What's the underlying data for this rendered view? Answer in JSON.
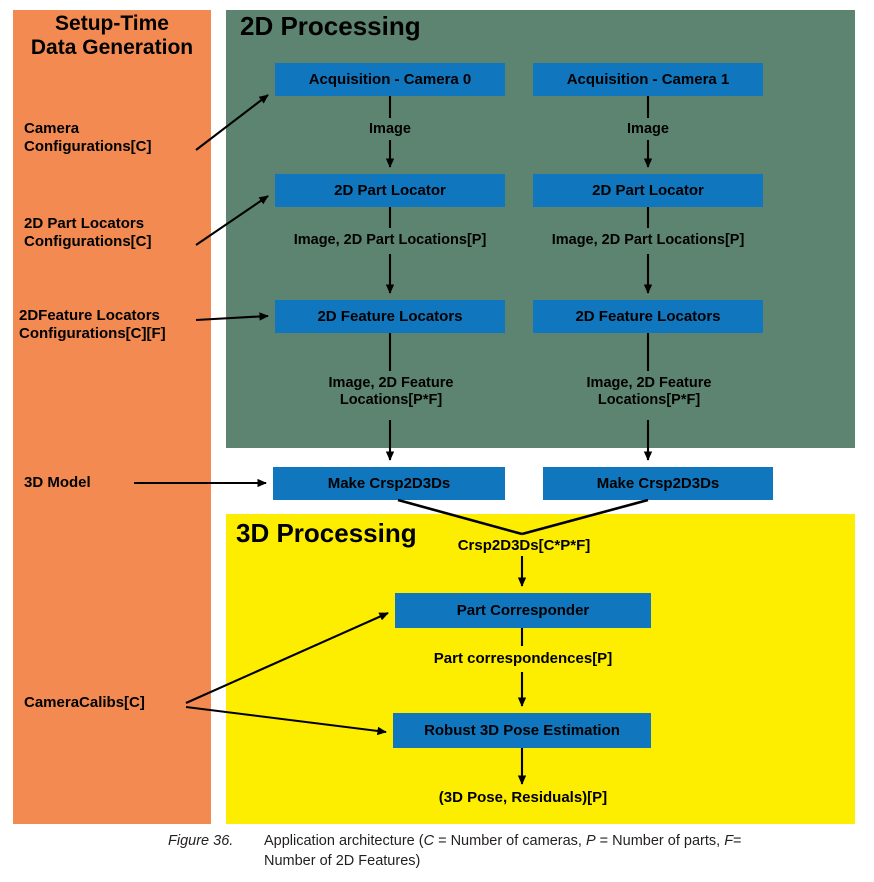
{
  "figure": {
    "number_label": "Figure 36.",
    "caption_line1_a": "Application architecture (",
    "caption_var_c": "C",
    "caption_line1_b": " = Number of cameras, ",
    "caption_var_p": "P",
    "caption_line1_c": " = Number of parts, ",
    "caption_var_f": "F",
    "caption_line1_d": "=",
    "caption_line2": "Number of 2D Features)"
  },
  "colors": {
    "setup_panel": "#f28a52",
    "processing_2d_panel": "#5c8470",
    "processing_3d_panel": "#fdee00",
    "node": "#1077bf",
    "text": "#000000",
    "arrow": "#000000"
  },
  "panels": {
    "setup": {
      "title": "Setup-Time\nData Generation"
    },
    "processing_2d": {
      "title": "2D Processing"
    },
    "processing_3d": {
      "title": "3D Processing"
    }
  },
  "setup_inputs": [
    {
      "id": "camera-configurations",
      "label": "Camera\nConfigurations[C]"
    },
    {
      "id": "part-locator-configurations",
      "label": "2D Part Locators\nConfigurations[C]"
    },
    {
      "id": "feature-locator-configurations",
      "label": "2DFeature Locators\nConfigurations[C][F]"
    },
    {
      "id": "three-d-model",
      "label": "3D Model"
    },
    {
      "id": "camera-calibs",
      "label": "CameraCalibs[C]"
    }
  ],
  "nodes": {
    "acquisition_camera_0": "Acquisition - Camera 0",
    "acquisition_camera_1": "Acquisition - Camera 1",
    "part_locator_0": "2D Part Locator",
    "part_locator_1": "2D Part Locator",
    "feature_locators_0": "2D Feature Locators",
    "feature_locators_1": "2D Feature Locators",
    "make_crsp_0": "Make Crsp2D3Ds",
    "make_crsp_1": "Make Crsp2D3Ds",
    "part_corresponder": "Part Corresponder",
    "robust_pose": "Robust 3D Pose Estimation"
  },
  "edge_labels": {
    "image_0": "Image",
    "image_1": "Image",
    "part_locations_0": "Image, 2D Part Locations[P]",
    "part_locations_1": "Image, 2D Part Locations[P]",
    "feature_locations_0": "Image, 2D Feature\nLocations[P*F]",
    "feature_locations_1": "Image, 2D Feature\nLocations[P*F]",
    "crsp_2d3ds": "Crsp2D3Ds[C*P*F]",
    "part_correspondences": "Part correspondences[P]",
    "pose_residuals": "(3D Pose, Residuals)[P]"
  }
}
